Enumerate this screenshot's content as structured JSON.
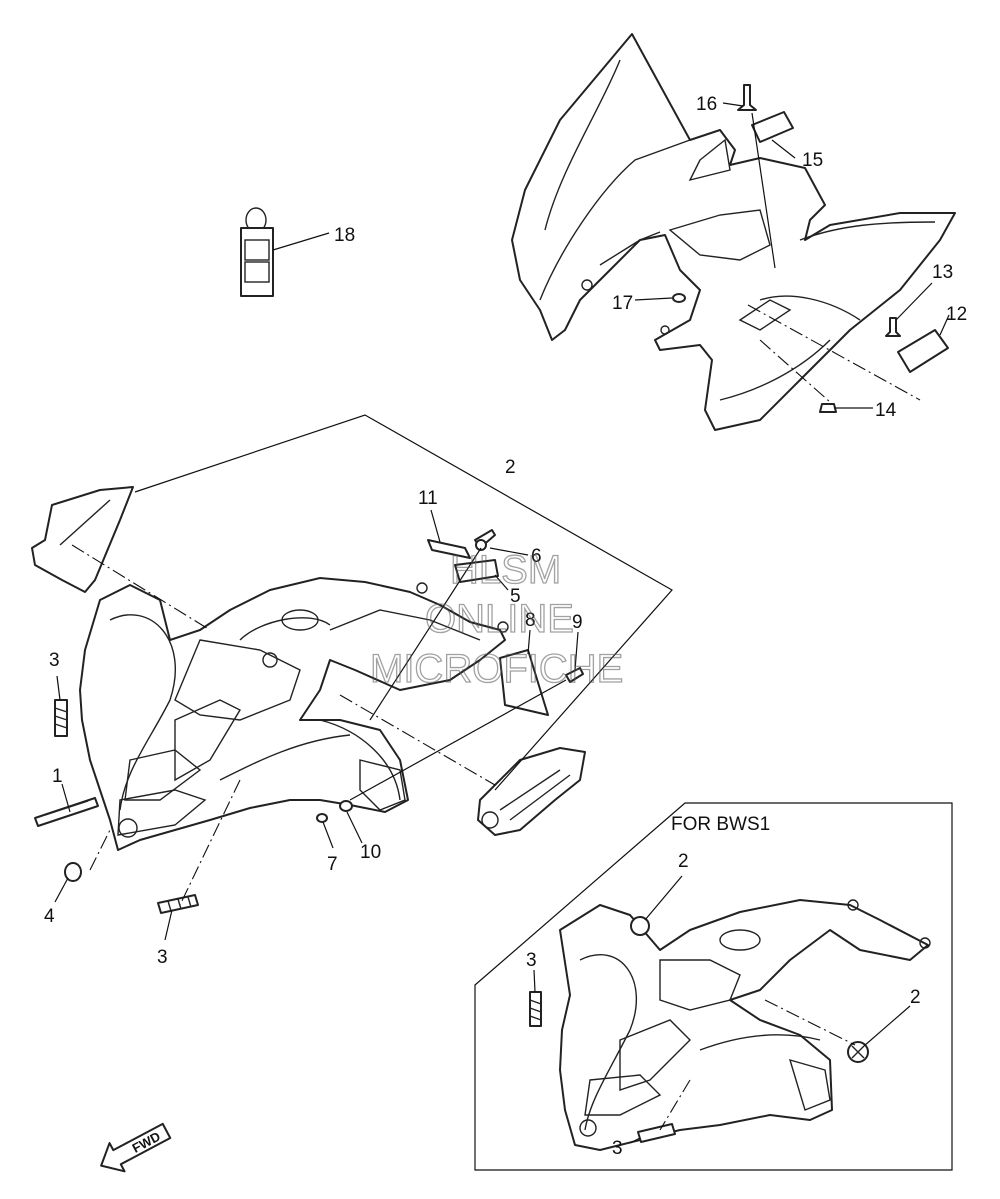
{
  "callouts": {
    "n1": "1",
    "n2": "2",
    "n3": "3",
    "n4": "4",
    "n5": "5",
    "n6": "6",
    "n7": "7",
    "n8": "8",
    "n9": "9",
    "n10": "10",
    "n11": "11",
    "n12": "12",
    "n13": "13",
    "n14": "14",
    "n15": "15",
    "n16": "16",
    "n17": "17",
    "n18": "18"
  },
  "bws_box": {
    "label": "FOR BWS1",
    "callout_2a": "2",
    "callout_2b": "2",
    "callout_3a": "3",
    "callout_3b": "3"
  },
  "main_callouts": {
    "callout_3_upper": "3",
    "callout_3_lower": "3"
  },
  "watermark": {
    "line1": "HLSM",
    "line2": "ONLINE",
    "line3": "MICROFICHE"
  },
  "direction_arrow": {
    "label": "FWD"
  }
}
